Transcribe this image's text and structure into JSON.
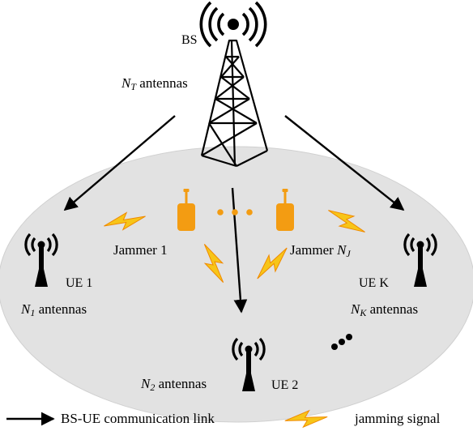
{
  "colors": {
    "cell_fill": "#e2e2e2",
    "cell_stroke": "#d0d0d0",
    "jammer_fill": "#f39c12",
    "bolt_fill": "#f7c518",
    "bolt_edge": "#f08a00",
    "dots": "#f39c12",
    "ink": "#000000"
  },
  "icons": {
    "base_station": "radio-tower-icon",
    "user_equipment": "antenna-signal-icon",
    "jammer": "walkie-talkie-icon",
    "jamming": "lightning-bolt-icon"
  },
  "labels": {
    "bs": "BS",
    "bs_antennas": {
      "sym": "N",
      "sub": "T",
      "text": "antennas"
    },
    "jammer1": "Jammer 1",
    "jammerN": {
      "text": "Jammer",
      "sym": "N",
      "sub": "J"
    },
    "ue1": "UE 1",
    "ue1_antennas": {
      "sym": "N",
      "sub": "1",
      "text": "antennas"
    },
    "ue2": "UE 2",
    "ue2_antennas": {
      "sym": "N",
      "sub": "2",
      "text": "antennas"
    },
    "ueK": "UE K",
    "ueK_antennas": {
      "sym": "N",
      "sub": "K",
      "text": "antennas"
    }
  },
  "legend": {
    "link_label": "BS-UE communication link",
    "jam_label": "jamming signal"
  }
}
